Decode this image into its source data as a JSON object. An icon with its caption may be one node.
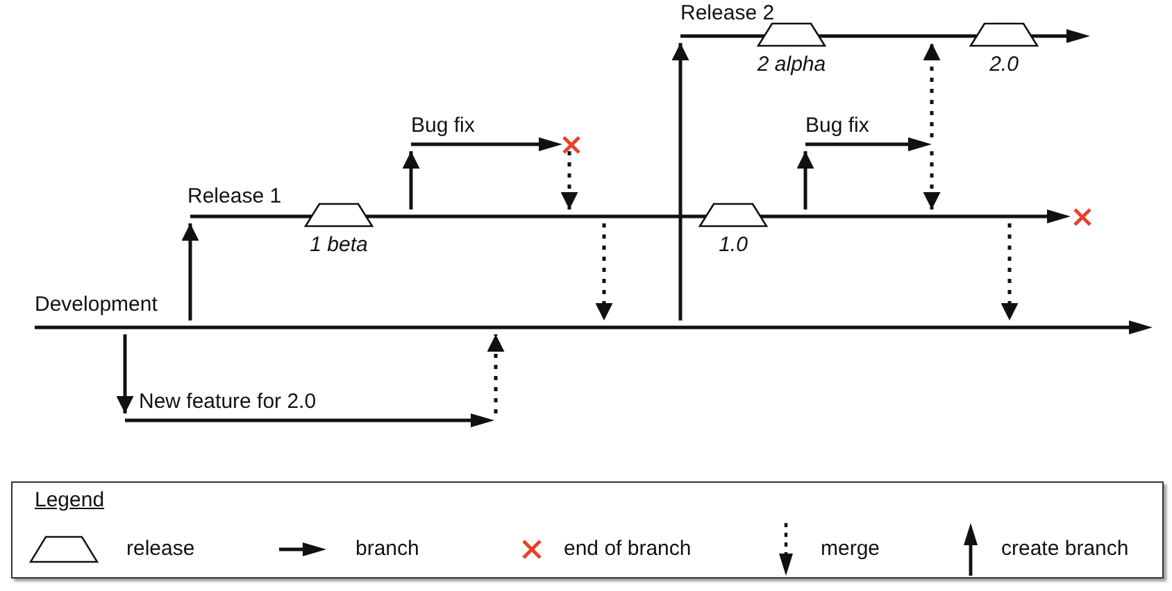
{
  "diagram": {
    "nodes": [
      {
        "text": [],
        "shape": "arrow",
        "beside": [
          "Release 2"
        ]
      },
      {
        "text": [],
        "shape": "trapezoid",
        "beside": [
          "2 alpha"
        ]
      },
      {
        "text": [],
        "shape": "trapezoid",
        "beside": [
          "2.0"
        ]
      },
      {
        "text": [],
        "shape": "arrow",
        "beside": [
          "Bug fix"
        ]
      },
      {
        "text": [],
        "shape": "arrow",
        "beside": [
          "Bug fix"
        ]
      },
      {
        "text": [],
        "shape": "arrow",
        "beside": [
          "Release 1"
        ]
      },
      {
        "text": [],
        "shape": "trapezoid",
        "beside": [
          "1 beta"
        ]
      },
      {
        "text": [],
        "shape": "trapezoid",
        "beside": [
          "1.0"
        ]
      },
      {
        "text": [],
        "shape": "arrow",
        "beside": [
          "Development"
        ]
      },
      {
        "text": [],
        "shape": "arrow",
        "beside": [
          "New feature for 2.0"
        ]
      }
    ],
    "edges": [
      {
        "from": 8,
        "to": 9,
        "arrow": "to"
      },
      {
        "from": 8,
        "to": 5,
        "arrow": "to"
      },
      {
        "from": 5,
        "to": 3,
        "arrow": "to"
      },
      {
        "from": 8,
        "to": 0,
        "arrow": "to"
      },
      {
        "from": 5,
        "to": 4,
        "arrow": "to"
      },
      {
        "from": 3,
        "to": 5,
        "arrow": "to",
        "style": "dashed"
      },
      {
        "from": 5,
        "to": 8,
        "arrow": "to",
        "style": "dashed"
      },
      {
        "from": 9,
        "to": 8,
        "arrow": "to",
        "style": "dashed"
      },
      {
        "from": 4,
        "to": 0,
        "arrow": "to",
        "style": "dashed"
      },
      {
        "from": 4,
        "to": 5,
        "arrow": "to",
        "style": "dashed"
      },
      {
        "from": 5,
        "to": 8,
        "arrow": "to",
        "style": "dashed"
      }
    ],
    "labels": [
      "Legend"
    ],
    "legend": [
      {
        "text": "release"
      },
      {
        "text": "branch"
      },
      {
        "text": "end of branch"
      },
      {
        "text": "merge"
      },
      {
        "text": "create branch"
      }
    ]
  }
}
